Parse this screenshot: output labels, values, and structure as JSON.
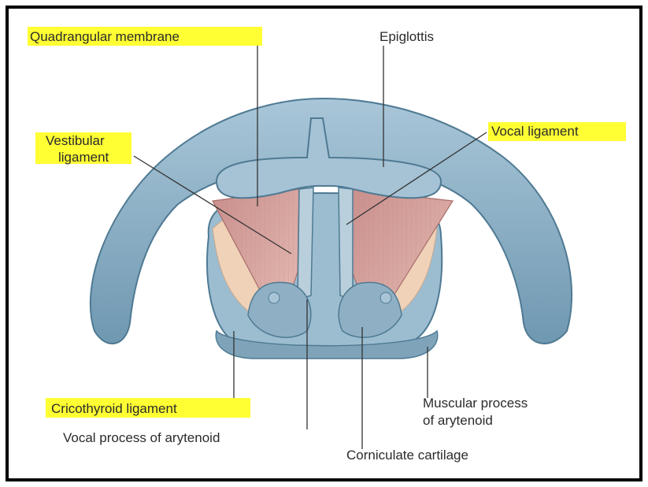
{
  "figure": {
    "labels": {
      "quadrangular_membrane": "Quadrangular membrane",
      "epiglottis": "Epiglottis",
      "vestibular_line1": "Vestibular",
      "vestibular_line2": "ligament",
      "vocal_ligament": "Vocal ligament",
      "cricothyroid_ligament": "Cricothyroid ligament",
      "vocal_process": "Vocal process of arytenoid",
      "muscular_process_line1": "Muscular process",
      "muscular_process_line2": "of arytenoid",
      "corniculate_cartilage": "Corniculate cartilage"
    },
    "colors": {
      "highlight": "#ffff33",
      "cartilage": "#8fb3c8",
      "cartilage_dark": "#5d8aa3",
      "membrane": "#d9a7a0",
      "ligament_fill": "#efd2b8"
    }
  }
}
